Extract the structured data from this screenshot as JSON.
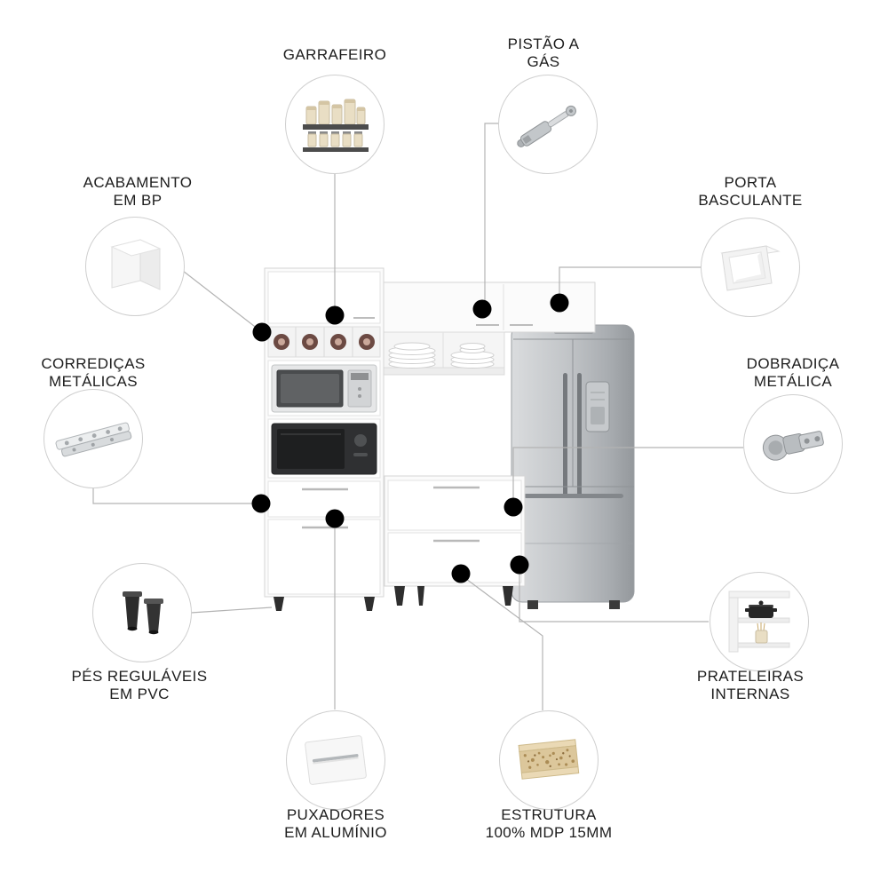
{
  "colors": {
    "dot": "#000000",
    "connector_line": "#b3b3b3",
    "circle_border": "#cfcfcf",
    "label_text": "#1d1d1d",
    "steel": "#b4b8bb",
    "mdp_wood": "#dcc79b"
  },
  "callouts": [
    {
      "id": "garrafeiro",
      "label": "GARRAFEIRO",
      "icon": "bottle-rack-icon"
    },
    {
      "id": "pistao",
      "label": "PISTÃO A\nGÁS",
      "icon": "gas-piston-icon"
    },
    {
      "id": "acabamento",
      "label": "ACABAMENTO\nEM BP",
      "icon": "bp-finish-icon"
    },
    {
      "id": "porta",
      "label": "PORTA\nBASCULANTE",
      "icon": "flip-door-icon"
    },
    {
      "id": "corredicas",
      "label": "CORREDIÇAS\nMETÁLICAS",
      "icon": "drawer-slide-icon"
    },
    {
      "id": "dobradica",
      "label": "DOBRADIÇA\nMETÁLICA",
      "icon": "metal-hinge-icon"
    },
    {
      "id": "pes",
      "label": "PÉS REGULÁVEIS\nEM PVC",
      "icon": "pvc-feet-icon"
    },
    {
      "id": "prateleiras",
      "label": "PRATELEIRAS\nINTERNAS",
      "icon": "inner-shelves-icon"
    },
    {
      "id": "puxadores",
      "label": "PUXADORES\nEM ALUMÍNIO",
      "icon": "aluminum-handle-icon"
    },
    {
      "id": "estrutura",
      "label": "ESTRUTURA\n100% MDP 15MM",
      "icon": "mdp-board-icon"
    }
  ]
}
